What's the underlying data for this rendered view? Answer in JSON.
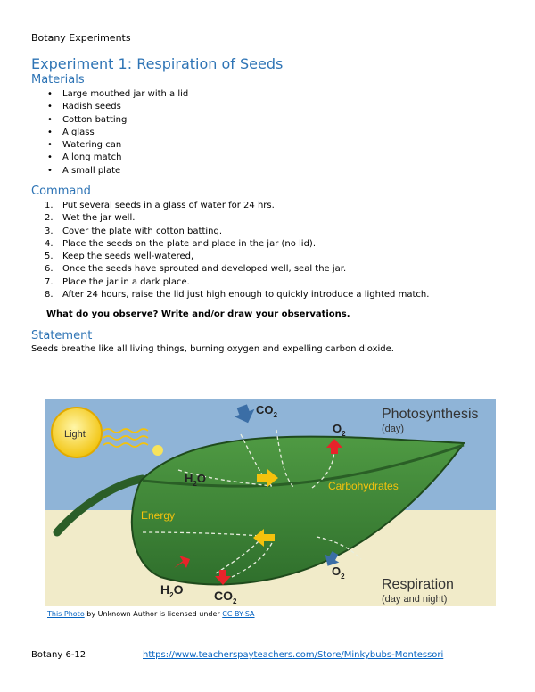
{
  "header": "Botany Experiments",
  "title": "Experiment 1: Respiration of Seeds",
  "materials": {
    "heading": "Materials",
    "items": [
      "Large mouthed jar with a lid",
      "Radish seeds",
      "Cotton batting",
      "A glass",
      "Watering can",
      "A long match",
      "A small plate"
    ]
  },
  "command": {
    "heading": "Command",
    "steps": [
      {
        "num": "1.",
        "text": "Put several seeds in a glass of water for 24 hrs."
      },
      {
        "num": "2.",
        "text": "Wet the jar well."
      },
      {
        "num": "3.",
        "text": "Cover the plate with cotton batting."
      },
      {
        "num": "4.",
        "text": "Place the seeds on the plate and place in the jar (no lid)."
      },
      {
        "num": "5.",
        "text": "Keep the seeds well-watered,"
      },
      {
        "num": "6.",
        "text": "Once the seeds have sprouted and developed well, seal the jar."
      },
      {
        "num": "7.",
        "text": "Place the jar in a dark place."
      },
      {
        "num": "8.",
        "text": "After 24 hours, raise the lid just high enough to quickly introduce a lighted match."
      }
    ],
    "question": "What do you observe? Write and/or draw your observations."
  },
  "statement": {
    "heading": "Statement",
    "text": "Seeds breathe like all living things, burning oxygen and expelling carbon dioxide."
  },
  "figure": {
    "light": "Light",
    "photosynthesis": "Photosynthesis",
    "photosynthesis_sub": "(day)",
    "respiration": "Respiration",
    "respiration_sub": "(day and night)",
    "carbohydrates": "Carbohydrates",
    "energy": "Energy",
    "co2_top": "CO",
    "co2_top_sub": "2",
    "o2_top": "O",
    "o2_top_sub": "2",
    "h2o_mid": "H",
    "h2o_mid_sub": "2",
    "h2o_mid_end": "O",
    "o2_bottom": "O",
    "o2_bottom_sub": "2",
    "h2o_bottom": "H",
    "h2o_bottom_sub": "2",
    "h2o_bottom_end": "O",
    "co2_bottom": "CO",
    "co2_bottom_sub": "2",
    "colors": {
      "sky": "#8fb4d7",
      "ground": "#f1ebc9",
      "leaf": "#3f8a3a",
      "sun": "#f7d21a",
      "arrow_red": "#e8232a",
      "arrow_yellow": "#f4c20d",
      "arrow_blue": "#3b6ea6"
    }
  },
  "caption": {
    "link1": "This Photo",
    "middle": " by Unknown Author is licensed under ",
    "link2": "CC BY-SA"
  },
  "footer": {
    "left": "Botany 6-12",
    "link": "https://www.teacherspayteachers.com/Store/Minkybubs-Montessori"
  }
}
